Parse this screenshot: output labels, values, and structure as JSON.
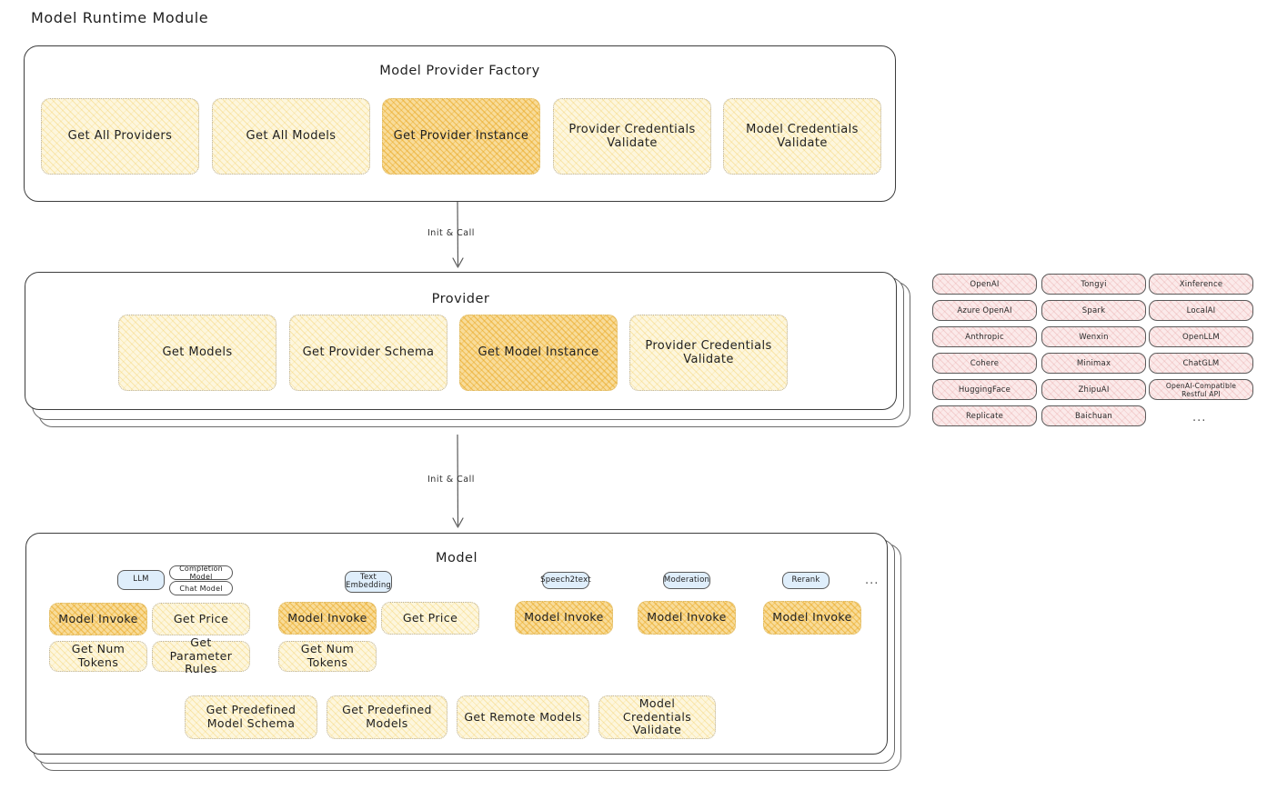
{
  "page": {
    "title": "Model Runtime Module"
  },
  "panels": {
    "factory": {
      "title": "Model Provider Factory",
      "boxes": [
        {
          "label": "Get All Providers",
          "highlight": false
        },
        {
          "label": "Get All Models",
          "highlight": false
        },
        {
          "label": "Get Provider Instance",
          "highlight": true
        },
        {
          "label": "Provider Credentials Validate",
          "highlight": false
        },
        {
          "label": "Model Credentials Validate",
          "highlight": false
        }
      ]
    },
    "provider": {
      "title": "Provider",
      "boxes": [
        {
          "label": "Get Models",
          "highlight": false
        },
        {
          "label": "Get Provider Schema",
          "highlight": false
        },
        {
          "label": "Get Model Instance",
          "highlight": true
        },
        {
          "label": "Provider Credentials Validate",
          "highlight": false
        }
      ]
    },
    "model": {
      "title": "Model",
      "shared_boxes": [
        {
          "label": "Get Predefined Model Schema"
        },
        {
          "label": "Get Predefined Models"
        },
        {
          "label": "Get Remote Models"
        },
        {
          "label": "Model Credentials Validate"
        }
      ],
      "ellipsis": "...",
      "groups": [
        {
          "type_label": "LLM",
          "sub_chips": [
            "Completion Model",
            "Chat Model"
          ],
          "boxes": [
            {
              "label": "Model Invoke",
              "highlight": true
            },
            {
              "label": "Get Price",
              "highlight": false
            },
            {
              "label": "Get Num Tokens",
              "highlight": false
            },
            {
              "label": "Get Parameter Rules",
              "highlight": false
            }
          ]
        },
        {
          "type_label": "Text Embedding",
          "sub_chips": [],
          "boxes": [
            {
              "label": "Model Invoke",
              "highlight": true
            },
            {
              "label": "Get Price",
              "highlight": false
            },
            {
              "label": "Get Num Tokens",
              "highlight": false
            }
          ]
        },
        {
          "type_label": "Speech2text",
          "sub_chips": [],
          "boxes": [
            {
              "label": "Model Invoke",
              "highlight": true
            }
          ]
        },
        {
          "type_label": "Moderation",
          "sub_chips": [],
          "boxes": [
            {
              "label": "Model Invoke",
              "highlight": true
            }
          ]
        },
        {
          "type_label": "Rerank",
          "sub_chips": [],
          "boxes": [
            {
              "label": "Model Invoke",
              "highlight": true
            }
          ]
        }
      ]
    }
  },
  "arrows": [
    {
      "label": "Init & Call"
    },
    {
      "label": "Init & Call"
    }
  ],
  "provider_list": {
    "ellipsis": "...",
    "columns": [
      [
        "OpenAI",
        "Azure OpenAI",
        "Anthropic",
        "Cohere",
        "HuggingFace",
        "Replicate"
      ],
      [
        "Tongyi",
        "Spark",
        "Wenxin",
        "Minimax",
        "ZhipuAI",
        "Baichuan"
      ],
      [
        "Xinference",
        "LocalAI",
        "OpenLLM",
        "ChatGLM",
        "OpenAI-Compatible Restful API"
      ]
    ]
  },
  "colors": {
    "box_fill": "#fdf6dd",
    "box_fill_highlight": "#f8dc9a",
    "provider_chip_fill": "#fbeaea",
    "type_chip_fill": "#dfeefb",
    "panel_border": "#3d3d3d",
    "text": "#1f1f1f"
  }
}
